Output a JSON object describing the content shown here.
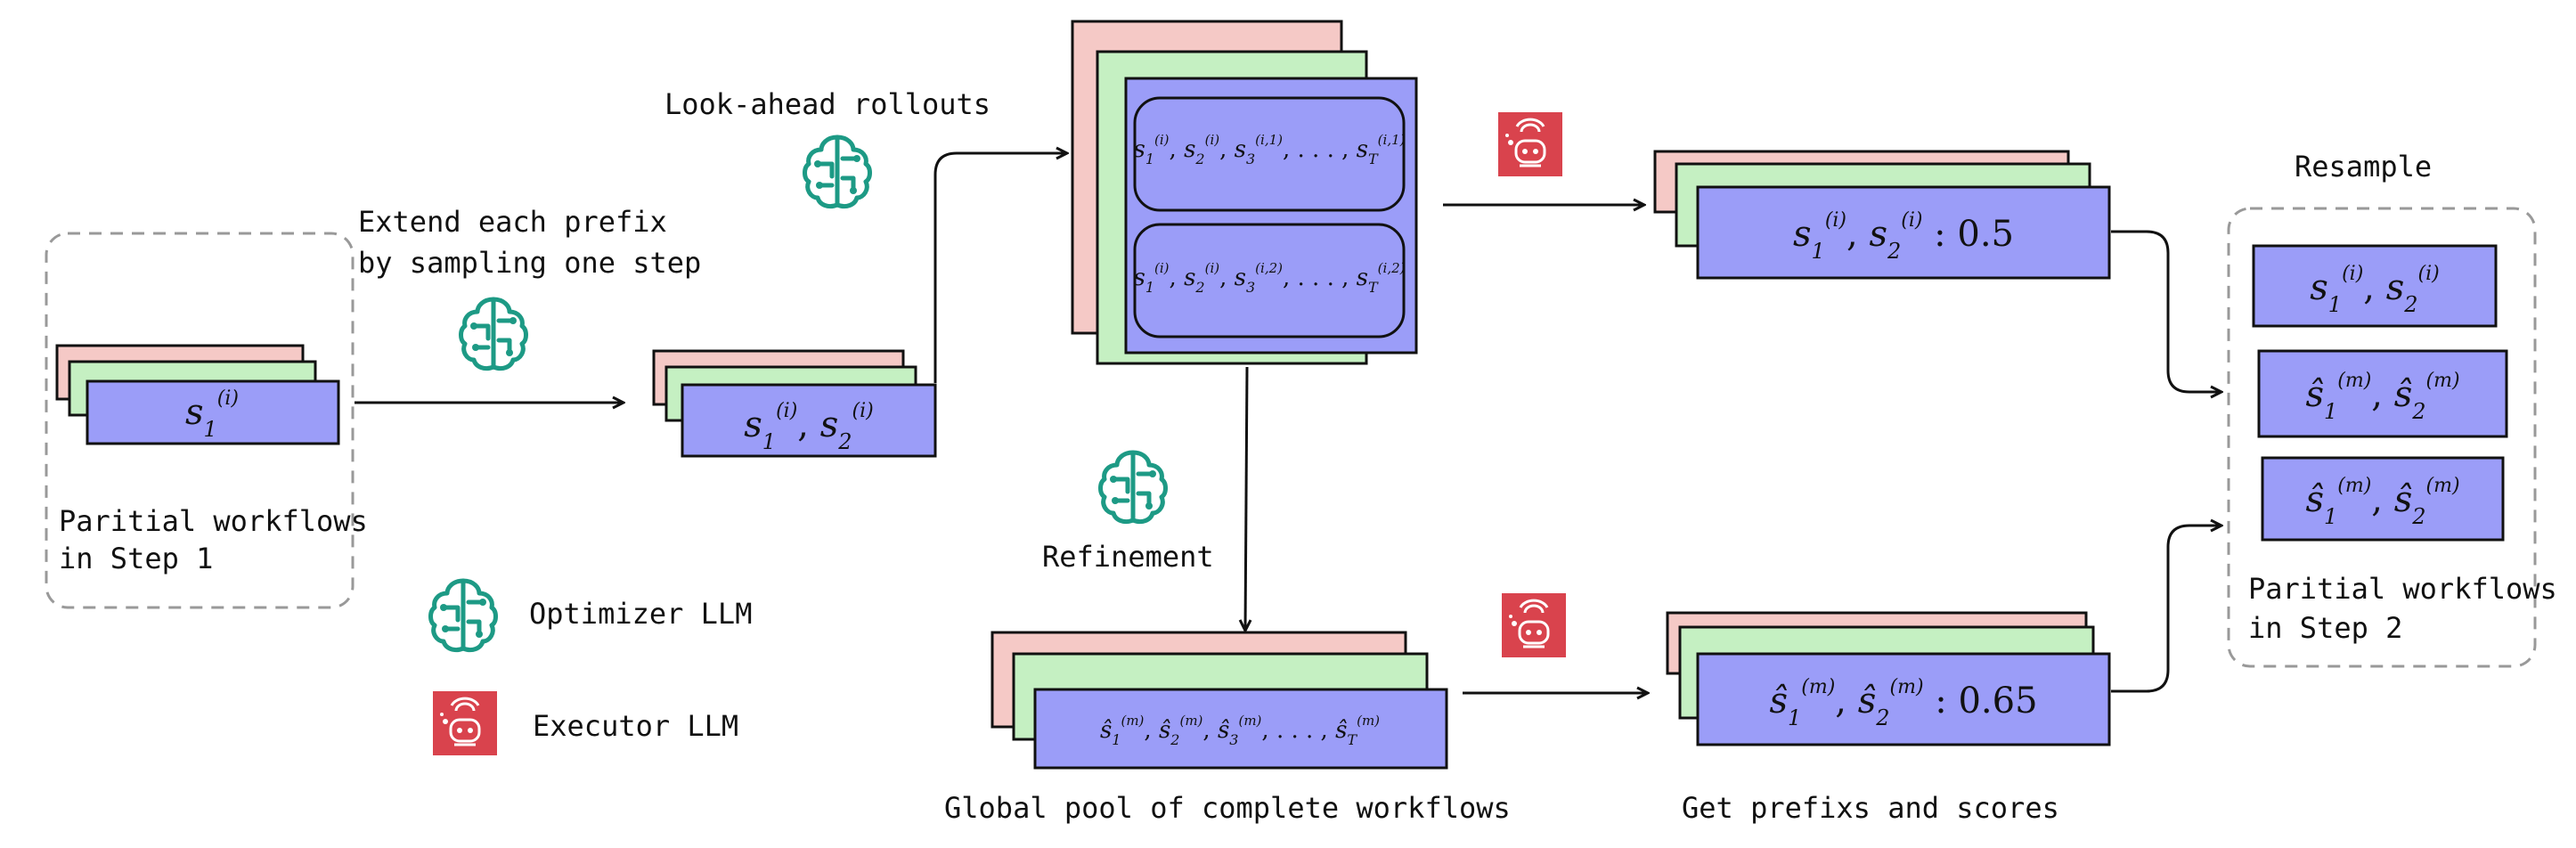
{
  "labels": {
    "extend_line1": "Extend each prefix",
    "extend_line2": "by sampling one step",
    "lookahead": "Look-ahead rollouts",
    "refinement": "Refinement",
    "resample": "Resample",
    "partial_step1_line1": "Paritial workflows",
    "partial_step1_line2": "in Step 1",
    "partial_step2_line1": "Paritial workflows",
    "partial_step2_line2": "in Step 2",
    "global_pool": "Global pool of complete workflows",
    "get_prefixes": "Get prefixs and scores"
  },
  "legend": {
    "optimizer": "Optimizer LLM",
    "executor": "Executor LLM"
  },
  "scores": {
    "first": "0.5",
    "second": "0.65"
  },
  "icons": {
    "optimizer": "brain-circuit-icon",
    "executor": "robot-icon"
  },
  "colors": {
    "pink_card": "#f5c9c6",
    "green_card": "#c5f0c2",
    "blue_card": "#9b9df8",
    "optimizer_icon": "#1d9a85",
    "executor_icon": "#d9434d"
  }
}
